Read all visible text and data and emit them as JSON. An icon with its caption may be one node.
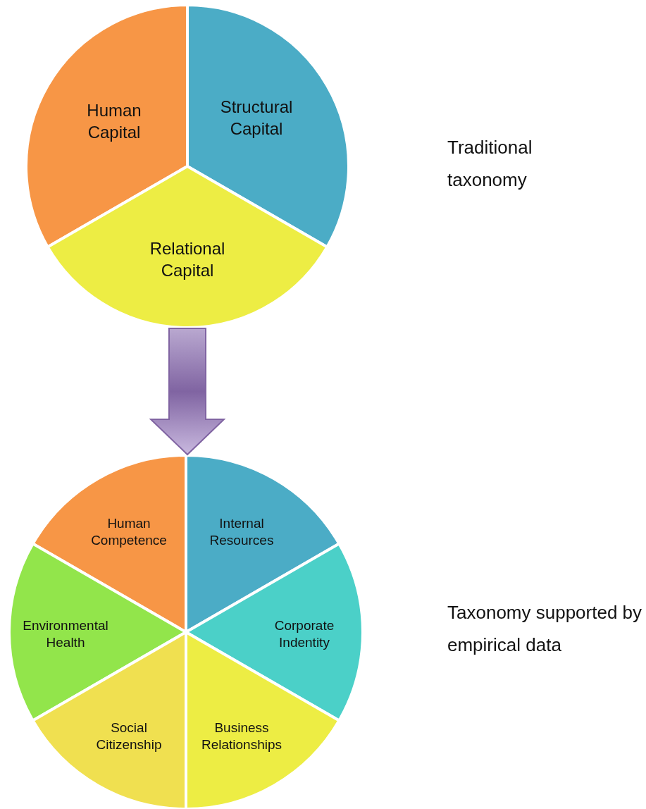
{
  "diagram": {
    "nodes": [
      {
        "text": [],
        "shape": "circle"
      },
      {
        "text": [
          "Human Capital"
        ],
        "in": 0
      },
      {
        "text": [
          "Structural Capital"
        ],
        "in": 0
      },
      {
        "text": [
          "Relational Capital"
        ],
        "in": 0
      },
      {
        "text": [],
        "shape": "circle"
      },
      {
        "text": [
          "Human Competence"
        ],
        "in": 4
      },
      {
        "text": [
          "Internal Resources"
        ],
        "in": 4
      },
      {
        "text": [
          "Environmental Health"
        ],
        "in": 4
      },
      {
        "text": [
          "Corporate Indentity"
        ],
        "in": 4
      },
      {
        "text": [
          "Social Citizenship"
        ],
        "in": 4
      },
      {
        "text": [
          "Business Relationships"
        ],
        "in": 4
      }
    ],
    "edges": [
      {
        "from": 0,
        "to": 4,
        "arrow": "to",
        "style": "thick",
        "color": "#8064a2"
      }
    ],
    "labels": [
      "Traditional taxonomy",
      "Taxonomy supported by empirical data"
    ]
  }
}
